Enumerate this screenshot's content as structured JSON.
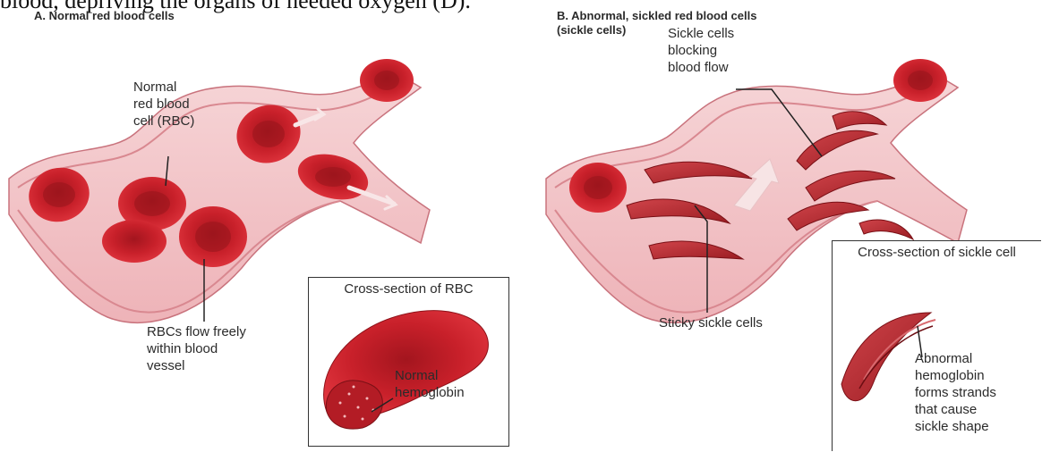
{
  "header": {
    "top_text": "blood, depriving the organs of needed oxygen (D)."
  },
  "panel_a": {
    "title": "A. Normal red blood cells",
    "callout_rbc": "Normal\nred blood\ncell (RBC)",
    "callout_flow": "RBCs flow freely\nwithin blood\nvessel",
    "inset_title": "Cross-section of RBC",
    "inset_label": "Normal\nhemoglobin"
  },
  "panel_b": {
    "title": "B. Abnormal, sickled red blood cells\n(sickle cells)",
    "callout_blocking": "Sickle cells\nblocking\nblood flow",
    "callout_sticky": "Sticky sickle cells",
    "inset_title": "Cross-section of sickle cell",
    "inset_label": "Abnormal\nhemoglobin\nforms strands\nthat cause\nsickle shape"
  },
  "colors": {
    "vessel_outer": "#e8a0a8",
    "vessel_inner": "#f3c9cc",
    "rbc": "#c8202a",
    "rbc_dark": "#8e1219",
    "background": "#ffffff"
  }
}
